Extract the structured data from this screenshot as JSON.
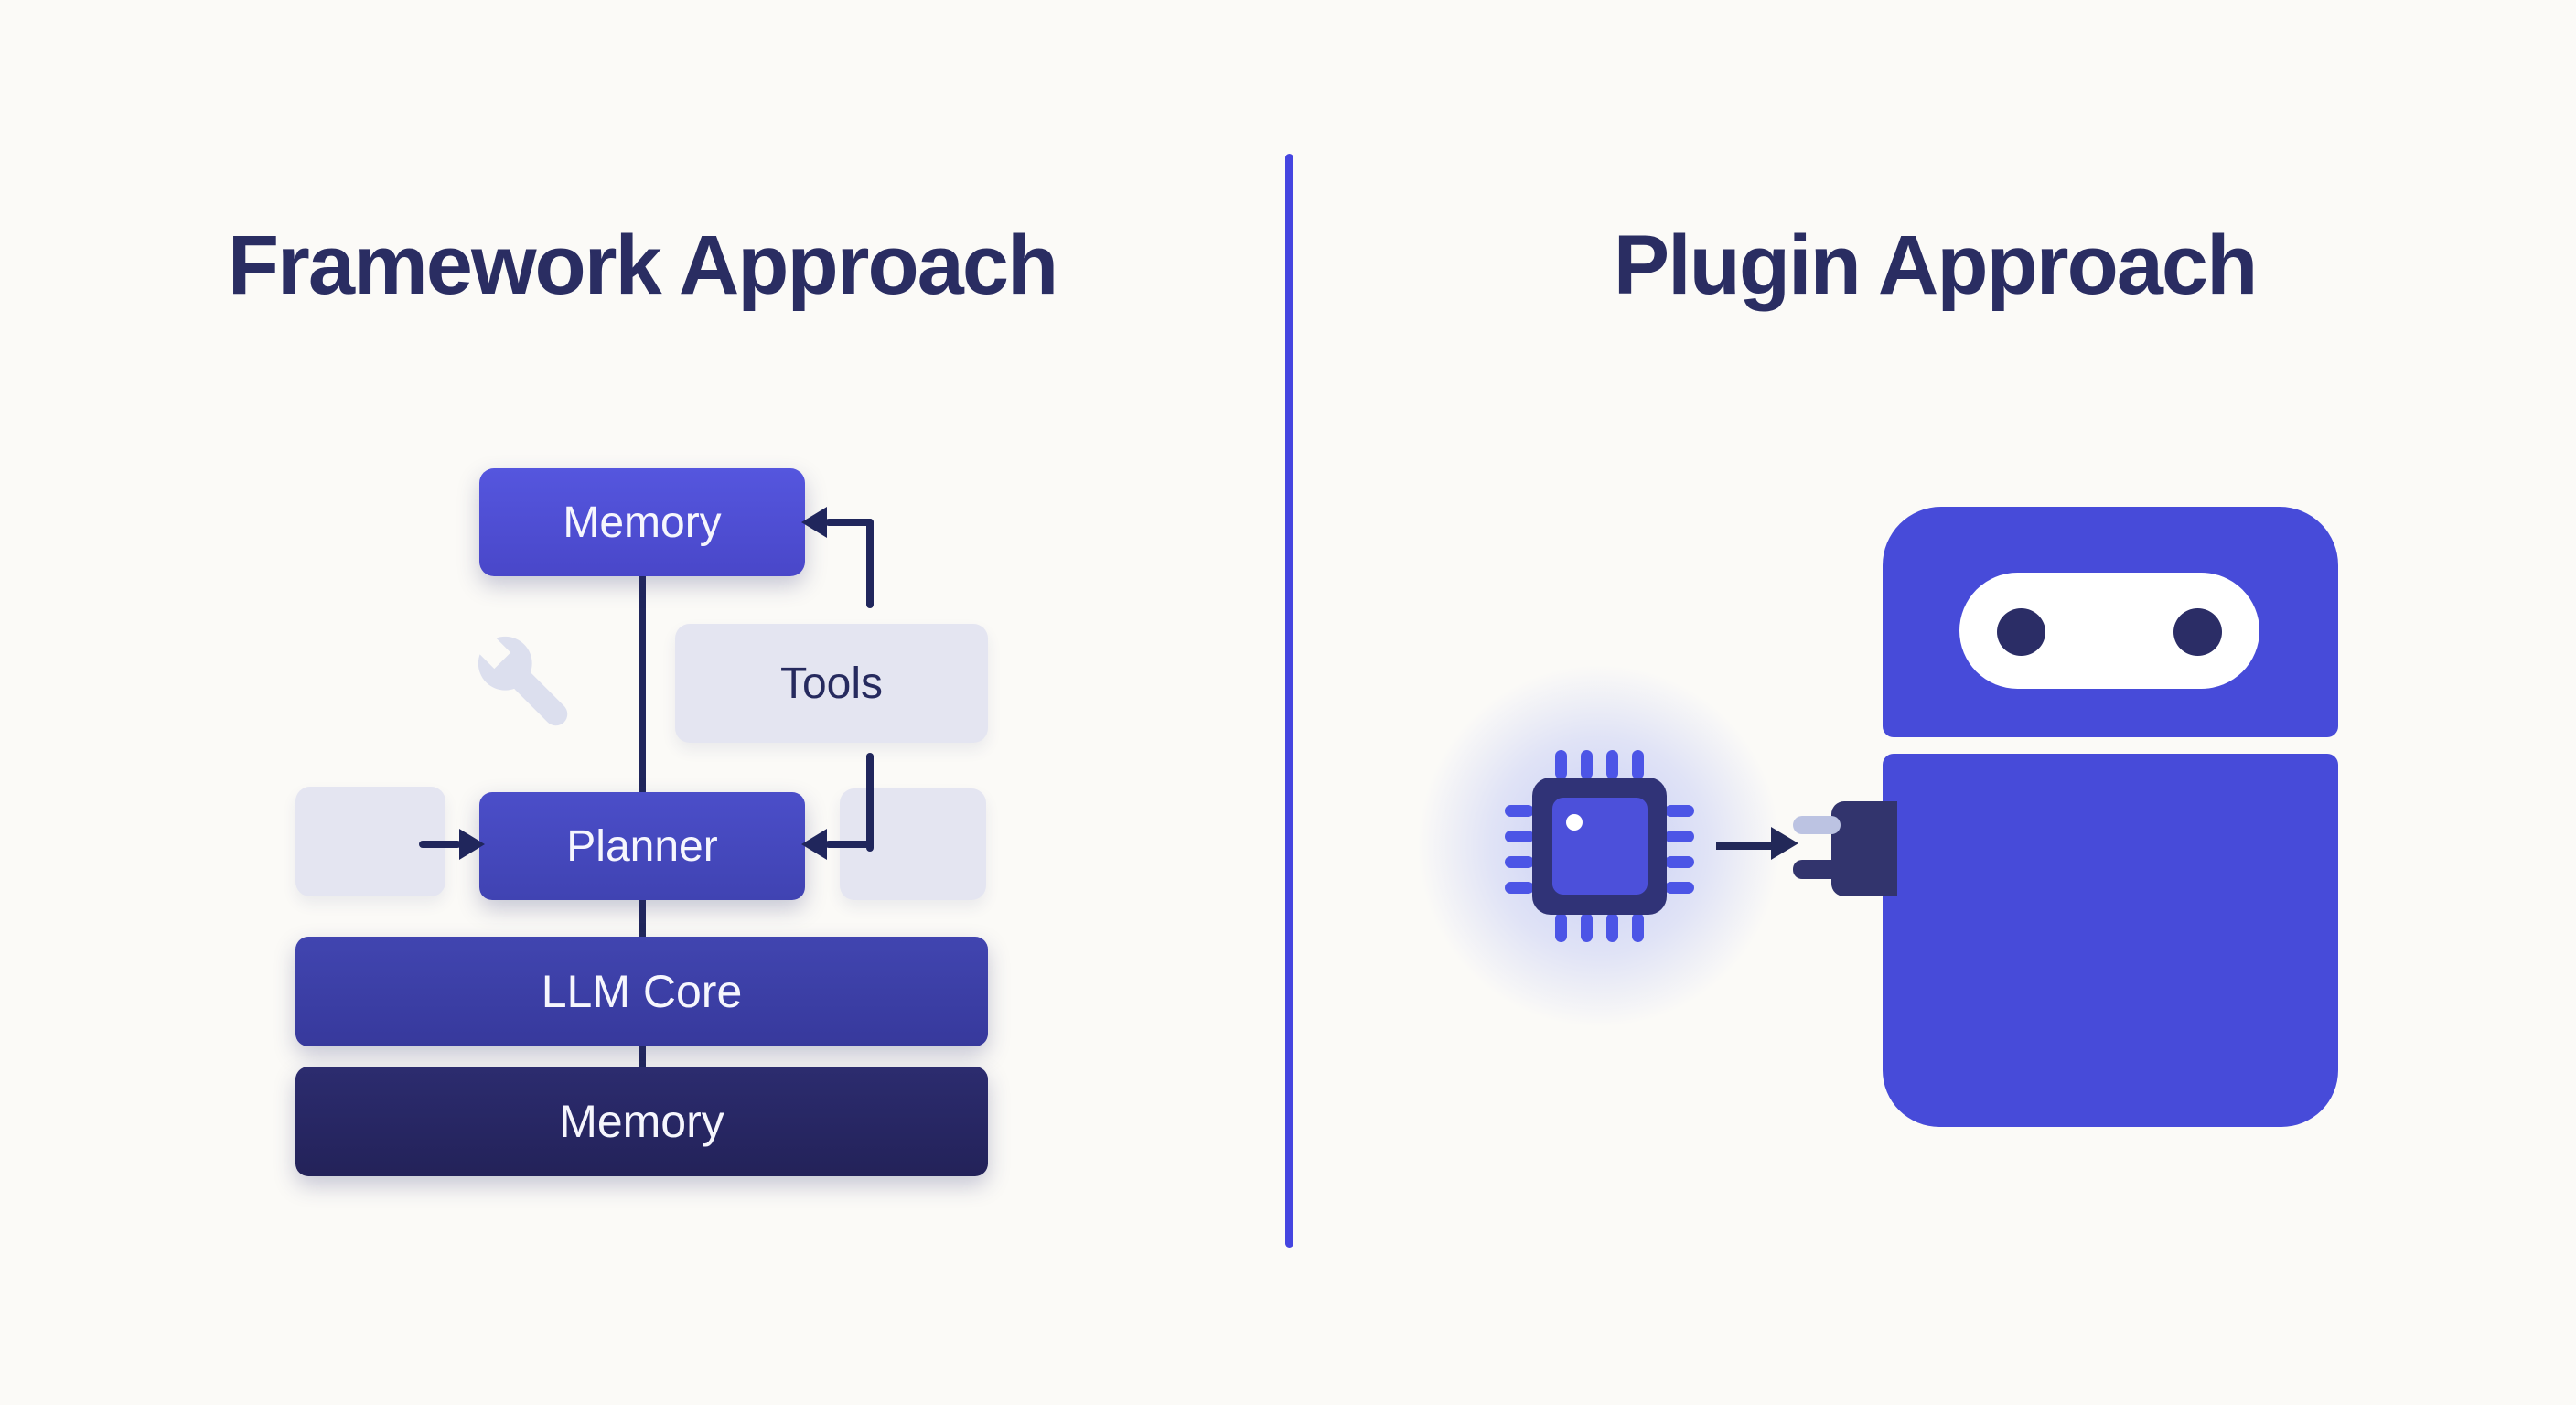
{
  "left_panel": {
    "title": "Framework Approach",
    "nodes": {
      "memory_top": "Memory",
      "tools": "Tools",
      "planner": "Planner",
      "llm_core": "LLM Core",
      "memory_bottom": "Memory"
    },
    "icons": [
      "wrench-icon"
    ]
  },
  "right_panel": {
    "title": "Plugin Approach",
    "icons": [
      "chip-icon",
      "arrow-right-icon",
      "robot-icon",
      "plug-icon"
    ]
  },
  "colors": {
    "background": "#fbfaf7",
    "title_text": "#2a2d62",
    "divider": "#4545e0",
    "connector": "#20265c",
    "node_memory_top": "#4f50d6",
    "node_planner": "#4547bf",
    "node_llm_core": "#3c3ea8",
    "node_memory_bottom": "#282866",
    "node_muted": "#e4e5f1",
    "muted_text": "#262a5e",
    "robot_body": "#474bd9",
    "robot_eye": "#2b2d66",
    "visor": "#ffffff",
    "plug_dark": "#32346d",
    "prong_light": "#bcc3e2",
    "chip_frame": "#303377",
    "chip_core": "#4c50da",
    "chip_pin": "#4c55e6",
    "chip_glow": "#a2aef3",
    "wrench": "#dcdfee"
  }
}
